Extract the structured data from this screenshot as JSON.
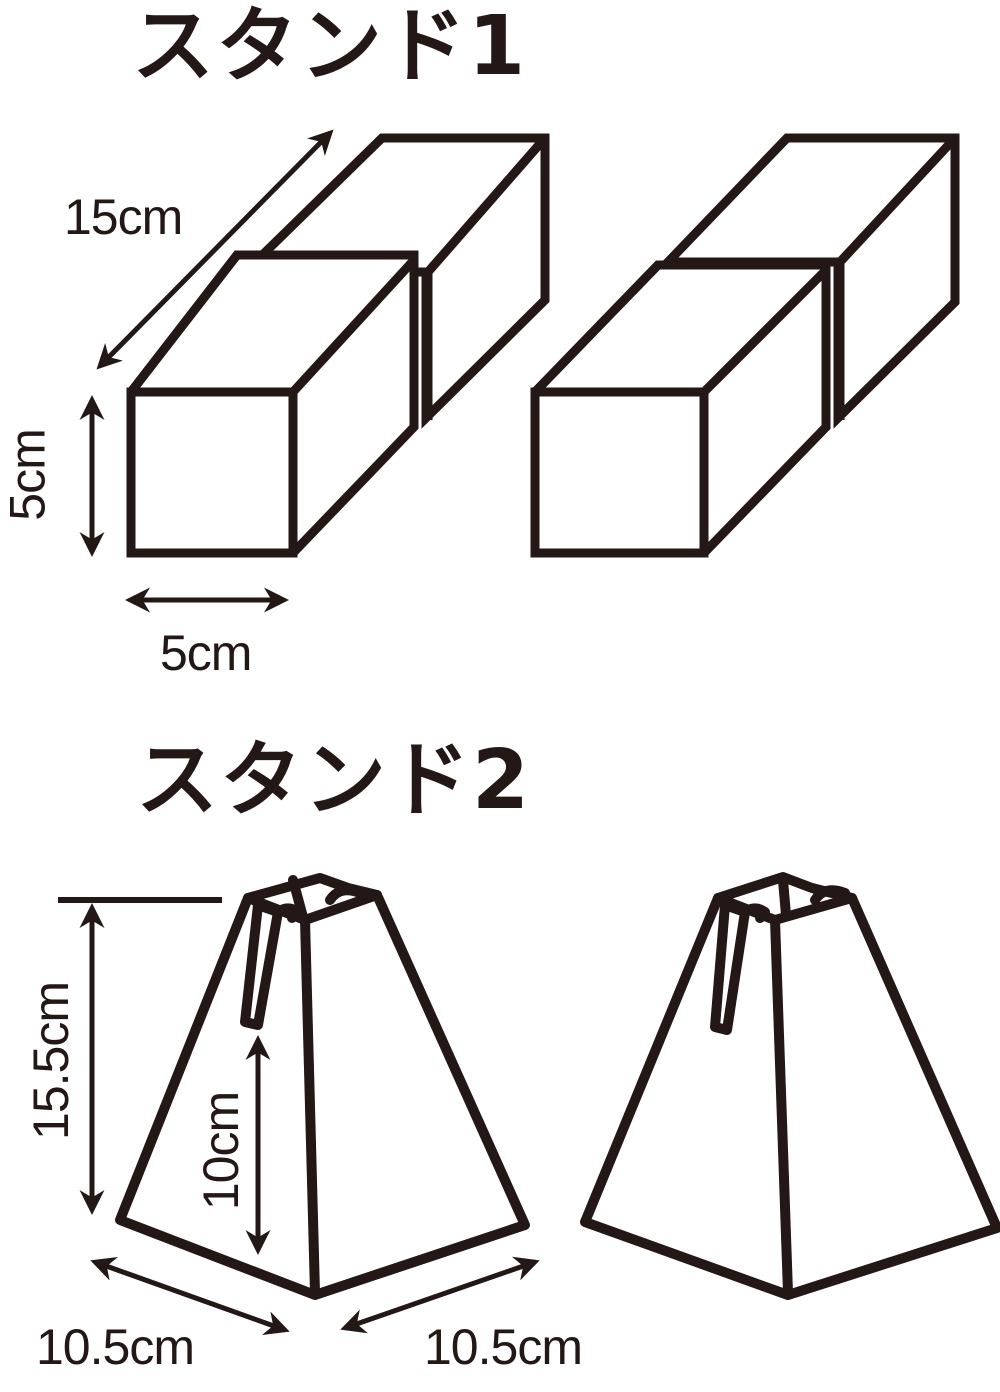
{
  "colors": {
    "ink": "#231815",
    "background": "#ffffff"
  },
  "stand1": {
    "title": "スタンド1",
    "dimensions": {
      "length": "15cm",
      "height": "5cm",
      "width": "5cm"
    },
    "unit_count": 2
  },
  "stand2": {
    "title": "スタンド2",
    "dimensions": {
      "total_height": "15.5cm",
      "slot_height": "10cm",
      "base_left": "10.5cm",
      "base_right": "10.5cm"
    },
    "unit_count": 2
  }
}
